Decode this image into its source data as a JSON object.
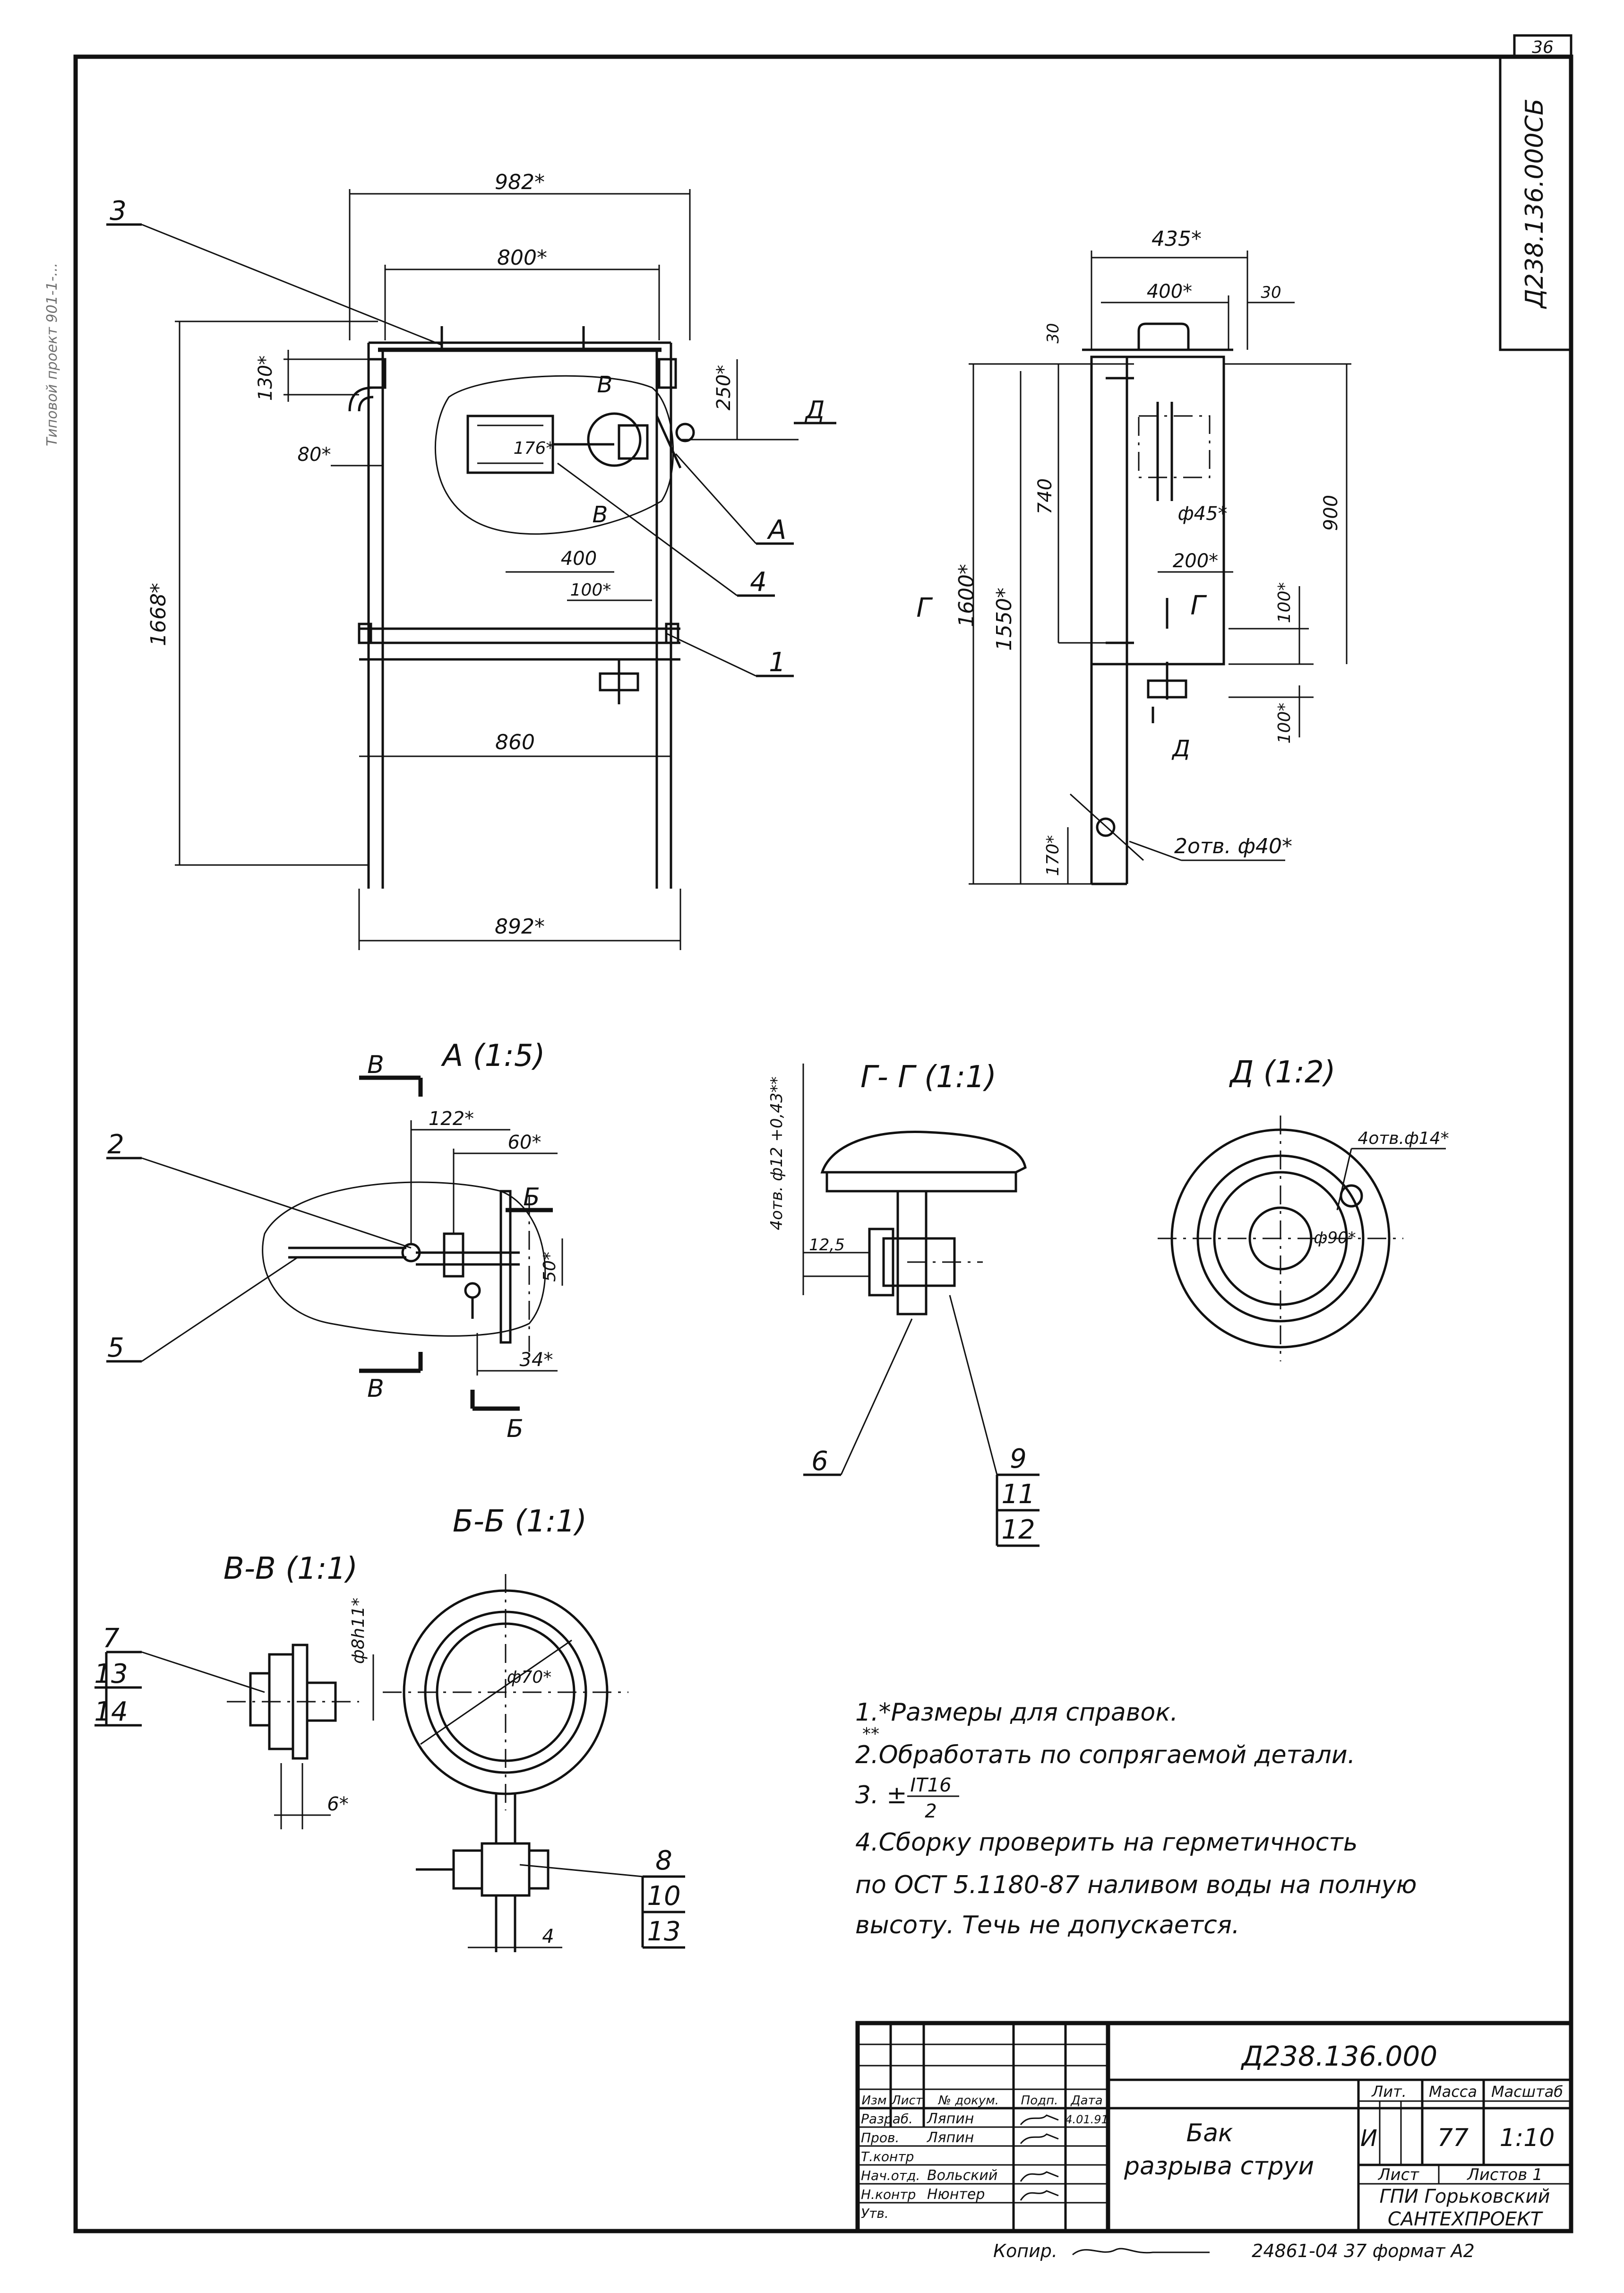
{
  "sheet": {
    "page_number": "36",
    "side_code": "Д238.136.000СБ",
    "side_label": "Типовой проект 901-1-..."
  },
  "front_view": {
    "dims": {
      "overall_width": "982*",
      "tank_width": "800*",
      "top_height": "130*",
      "mount_height": "250*",
      "left_offset": "80*",
      "float_offset": "176*",
      "float_length": "400",
      "lower_offset": "100*",
      "total_height": "1668*",
      "frame_width": "860",
      "base_width": "892*"
    },
    "callouts": [
      "3",
      "А",
      "4",
      "1"
    ],
    "section_letters": [
      "В",
      "В"
    ],
    "view_arrow": "Д"
  },
  "side_view": {
    "dims": {
      "overall_depth": "435*",
      "tank_depth": "400*",
      "offset_30a": "30",
      "offset_30b": "30",
      "tank_height": "740",
      "outer_height": "900",
      "pipe_dia": "ф45*",
      "pipe_offset": "200*",
      "height_1600": "1600*",
      "height_1550": "1550*",
      "bottom_100a": "100*",
      "bottom_100b": "100*",
      "foot_170": "170*",
      "holes": "2отв. ф40*"
    },
    "section_letters": [
      "Г",
      "Г"
    ],
    "view_arrow": "Д"
  },
  "detail_a": {
    "title": "А (1:5)",
    "dims": {
      "d122": "122*",
      "d60": "60*",
      "d50": "50*",
      "d34": "34*"
    },
    "callouts": [
      "2",
      "5"
    ],
    "section_letters": [
      "В",
      "В",
      "Б",
      "Б"
    ]
  },
  "section_gg": {
    "title": "Г- Г (1:1)",
    "dims": {
      "holes": "4отв. ф12 +0,43**",
      "d125": "12,5"
    },
    "callouts": [
      "6",
      "9",
      "11",
      "12"
    ]
  },
  "view_d": {
    "title": "Д (1:2)",
    "dims": {
      "holes": "4отв.ф14*",
      "d90": "ф90*"
    }
  },
  "section_bb": {
    "title": "Б-Б (1:1)",
    "dims": {
      "d70": "ф70*",
      "d4": "4"
    },
    "callouts": [
      "8",
      "10",
      "13"
    ]
  },
  "section_vv": {
    "title": "В-В (1:1)",
    "dims": {
      "d8": "ф8h11*",
      "d6": "6*"
    },
    "callouts": [
      "7",
      "13",
      "14"
    ]
  },
  "notes": [
    "1.*Размеры для справок.",
    "2.Обработать по сопрягаемой детали.",
    "3. ±",
    "4.Сборку проверить на герметичность",
    "по ОСТ 5.1180-87 наливом воды на полную",
    "высоту. Течь не допускается."
  ],
  "notes_superscript": "**",
  "notes_fraction": {
    "num": "IT16",
    "den": "2"
  },
  "title_block": {
    "doc_number": "Д238.136.000",
    "name_line1": "Бак",
    "name_line2": "разрыва струи",
    "col_headers": [
      "Изм",
      "Лист",
      "№ докум.",
      "Подп.",
      "Дата"
    ],
    "roles": [
      "Разраб.",
      "Пров.",
      "Т.контр",
      "Нач.отд.",
      "Н.контр",
      "Утв."
    ],
    "names": [
      "Ляпин",
      "Ляпин",
      "",
      "Вольский",
      "Нюнтер",
      ""
    ],
    "date": "4.01.91",
    "lit_header": "Лит.",
    "mass_header": "Масса",
    "scale_header": "Масштаб",
    "lit_value": "И",
    "mass_value": "77",
    "scale_value": "1:10",
    "sheet_label": "Лист",
    "sheets_label": "Листов 1",
    "org_line1": "ГПИ Горьковский",
    "org_line2": "САНТЕХПРОЕКТ"
  },
  "footer": {
    "copy_label": "Копир.",
    "stamp": "24861-04 37 формат А2"
  }
}
